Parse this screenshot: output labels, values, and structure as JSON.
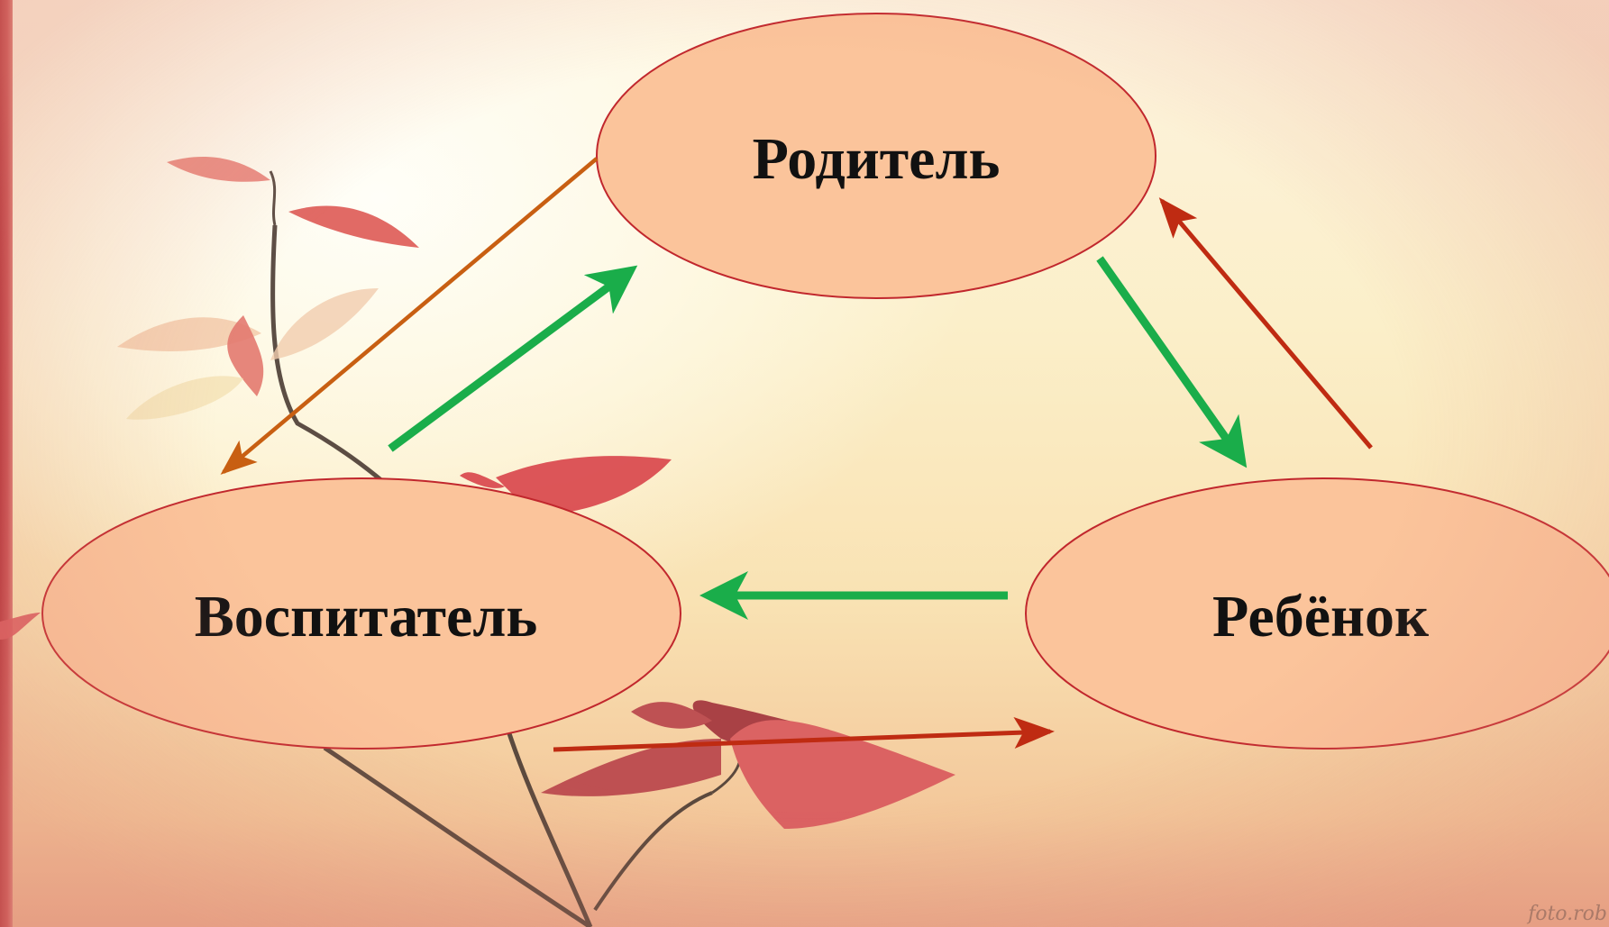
{
  "nodes": {
    "parent": {
      "label": "Родитель"
    },
    "teacher": {
      "label": "Воспитатель"
    },
    "child": {
      "label": "Ребёнок"
    }
  },
  "watermark": "foto.rob",
  "colors": {
    "ellipse_fill": "#fbc49b",
    "ellipse_stroke": "#c1272d",
    "arrow_green": "#1aad4a",
    "arrow_red": "#bf2b12",
    "arrow_orange": "#c85f12",
    "left_frame": "#b5323a"
  },
  "edges": [
    {
      "from": "teacher",
      "to": "parent",
      "color": "green"
    },
    {
      "from": "parent",
      "to": "teacher",
      "color": "orange"
    },
    {
      "from": "parent",
      "to": "child",
      "color": "green"
    },
    {
      "from": "child",
      "to": "parent",
      "color": "red"
    },
    {
      "from": "child",
      "to": "teacher",
      "color": "green"
    },
    {
      "from": "teacher",
      "to": "child",
      "color": "red"
    }
  ]
}
